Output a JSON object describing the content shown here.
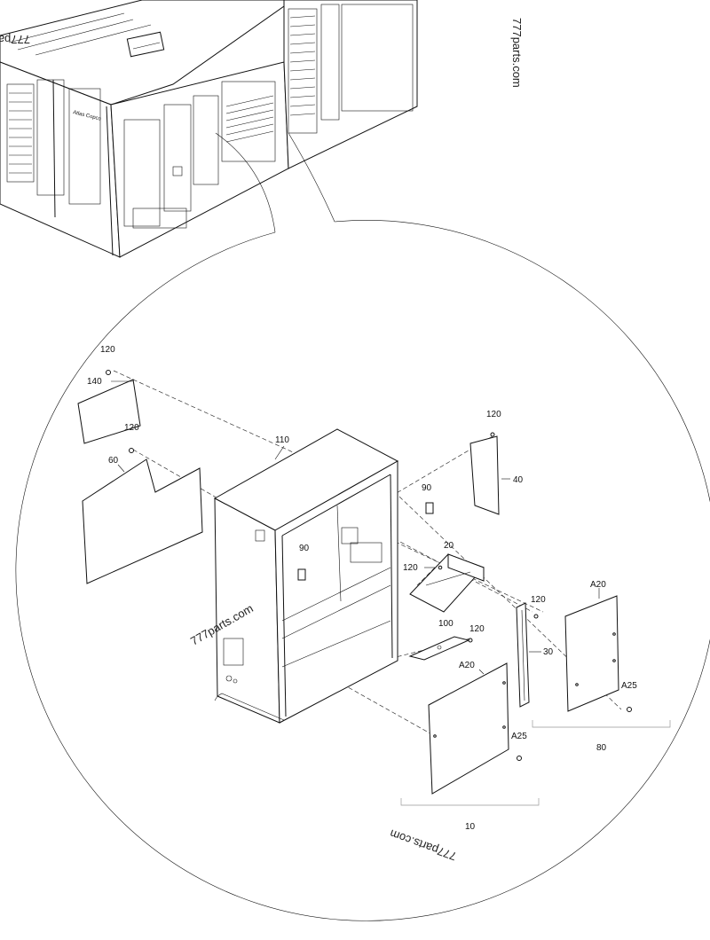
{
  "watermarks": [
    "777parts.com",
    "777parts.com",
    "777parts.com",
    "777parts.com"
  ],
  "logo_text": "Atlas Copco",
  "labels": {
    "l120a": "120",
    "l140": "140",
    "l120b": "120",
    "l60": "60",
    "l110": "110",
    "l120c": "120",
    "l40": "40",
    "l90a": "90",
    "l90b": "90",
    "l20": "20",
    "l120d": "120",
    "l120e": "120",
    "l100": "100",
    "l120f": "120",
    "l30": "30",
    "lA20a": "A20",
    "lA20b": "A20",
    "lA25a": "A25",
    "lA25b": "A25",
    "l80": "80",
    "l10": "10"
  }
}
